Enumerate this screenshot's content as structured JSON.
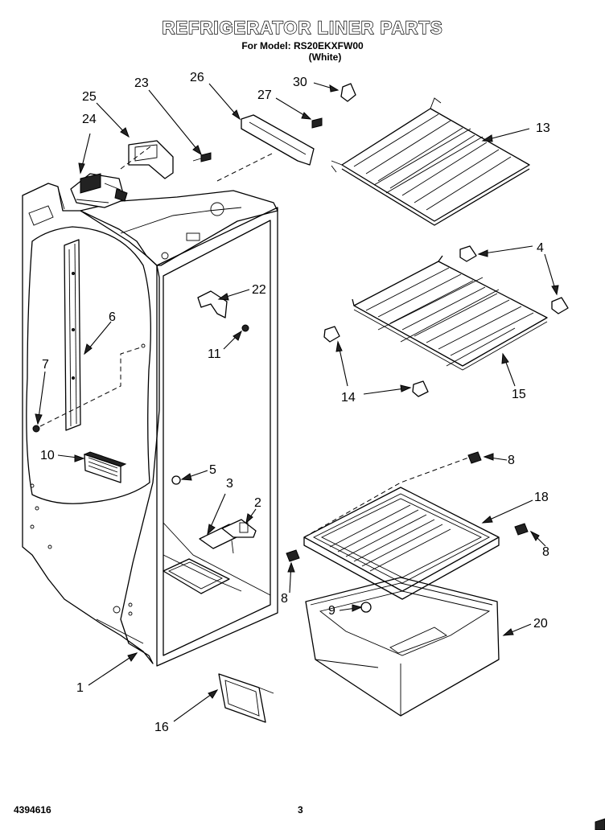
{
  "title": "REFRIGERATOR LINER PARTS",
  "model_line": "For Model: RS20EKXFW00",
  "color_line": "(White)",
  "footer": {
    "doc_number": "4394616",
    "page_number": "3"
  },
  "callouts": [
    {
      "id": "30",
      "label": "30"
    },
    {
      "id": "26",
      "label": "26"
    },
    {
      "id": "27",
      "label": "27"
    },
    {
      "id": "23",
      "label": "23"
    },
    {
      "id": "25",
      "label": "25"
    },
    {
      "id": "24",
      "label": "24"
    },
    {
      "id": "13",
      "label": "13"
    },
    {
      "id": "4a",
      "label": "4"
    },
    {
      "id": "6",
      "label": "6"
    },
    {
      "id": "22",
      "label": "22"
    },
    {
      "id": "11",
      "label": "11"
    },
    {
      "id": "7",
      "label": "7"
    },
    {
      "id": "14",
      "label": "14"
    },
    {
      "id": "15",
      "label": "15"
    },
    {
      "id": "10",
      "label": "10"
    },
    {
      "id": "5",
      "label": "5"
    },
    {
      "id": "3",
      "label": "3"
    },
    {
      "id": "2",
      "label": "2"
    },
    {
      "id": "8a",
      "label": "8"
    },
    {
      "id": "18",
      "label": "18"
    },
    {
      "id": "8b",
      "label": "8"
    },
    {
      "id": "8c",
      "label": "8"
    },
    {
      "id": "9",
      "label": "9"
    },
    {
      "id": "20",
      "label": "20"
    },
    {
      "id": "1",
      "label": "1"
    },
    {
      "id": "16",
      "label": "16"
    }
  ]
}
